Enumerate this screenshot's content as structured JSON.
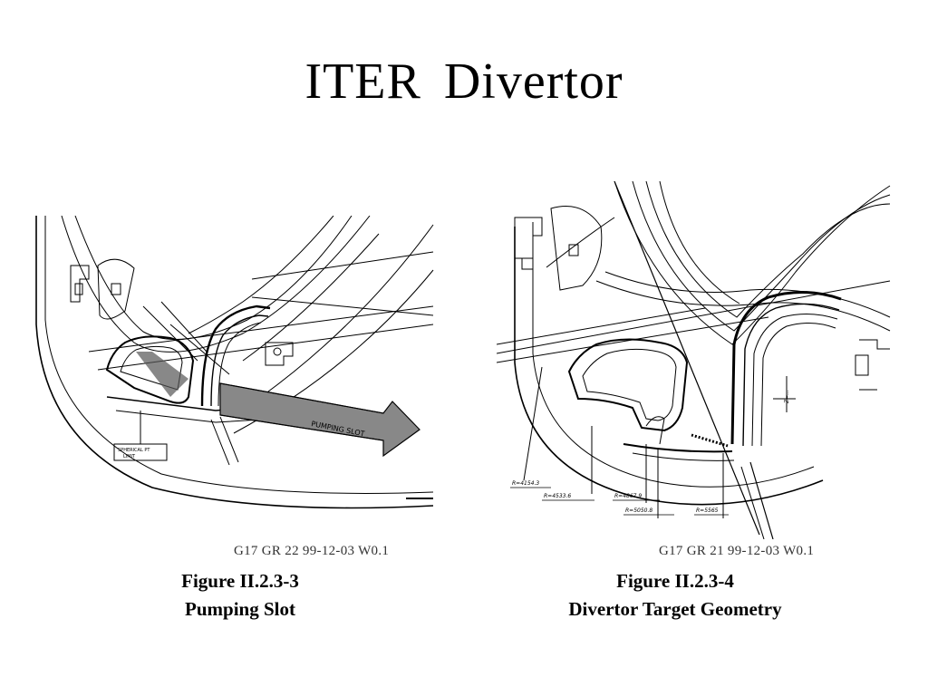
{
  "slide": {
    "title": "ITER  Divertor"
  },
  "figures": [
    {
      "ref_code": "G17 GR 22 99-12-03 W0.1",
      "caption_number": "Figure II.2.3-3",
      "caption_title": "Pumping Slot"
    },
    {
      "ref_code": "G17 GR 21 99-12-03 W0.1",
      "caption_number": "Figure II.2.3-4",
      "caption_title": "Divertor Target Geometry",
      "dimension_labels": [
        "R=4154.3",
        "R=4533.6",
        "R=4867.9",
        "R=5050.8",
        "R=5565"
      ]
    }
  ]
}
